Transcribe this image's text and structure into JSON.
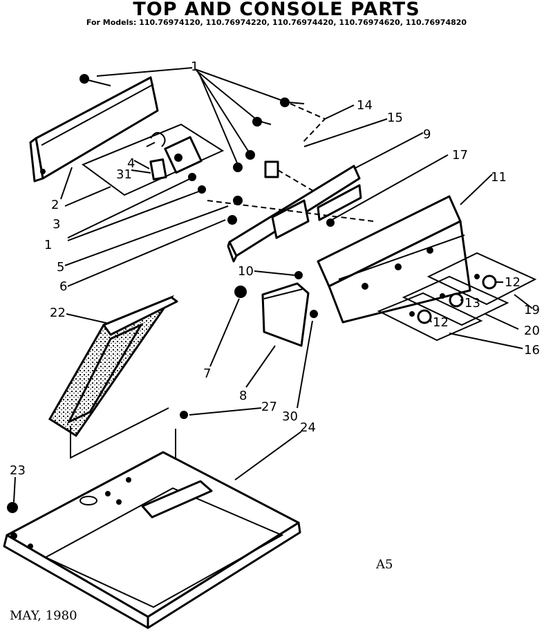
{
  "header": {
    "title": "TOP AND CONSOLE PARTS",
    "models": "For Models: 110.76974120, 110.76974220, 110.76974420, 110.76974620, 110.76974820"
  },
  "footer": {
    "date": "MAY, 1980",
    "page_code": "A5"
  },
  "callouts": [
    "1",
    "1",
    "2",
    "3",
    "4",
    "31",
    "5",
    "6",
    "7",
    "8",
    "9",
    "10",
    "11",
    "12",
    "12",
    "13",
    "14",
    "15",
    "16",
    "17",
    "19",
    "20",
    "22",
    "23",
    "24",
    "27",
    "30"
  ]
}
